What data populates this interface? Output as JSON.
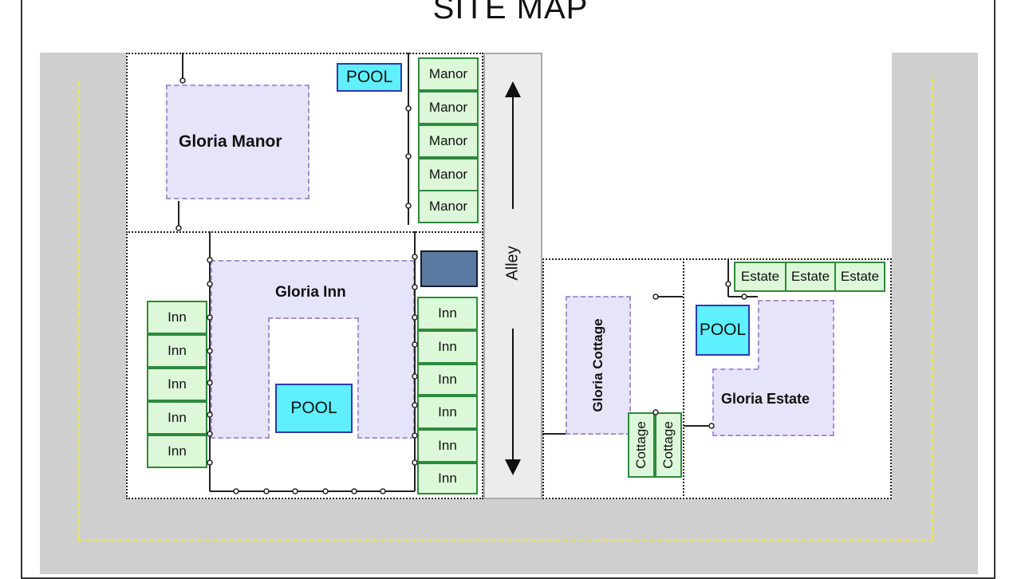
{
  "title": "SITE MAP",
  "alley_label": "Alley",
  "buildings": {
    "manor": "Gloria Manor",
    "inn": "Gloria Inn",
    "cottage": "Gloria Cottage",
    "estate": "Gloria Estate"
  },
  "pool_label": "POOL",
  "parking": {
    "manor": [
      "Manor",
      "Manor",
      "Manor",
      "Manor",
      "Manor"
    ],
    "inn_left": [
      "Inn",
      "Inn",
      "Inn",
      "Inn",
      "Inn"
    ],
    "inn_right": [
      "Inn",
      "Inn",
      "Inn",
      "Inn",
      "Inn",
      "Inn"
    ],
    "estate": [
      "Estate",
      "Estate",
      "Estate"
    ],
    "cottage": [
      "Cottage",
      "Cottage"
    ]
  },
  "colors": {
    "road": "#cfcfcf",
    "road_line": "#f2e24a",
    "building": "#e6e4f8",
    "pool": "#5ff0ff",
    "parking": "#dcf8d8",
    "dark_block": "#5b7aa2"
  }
}
